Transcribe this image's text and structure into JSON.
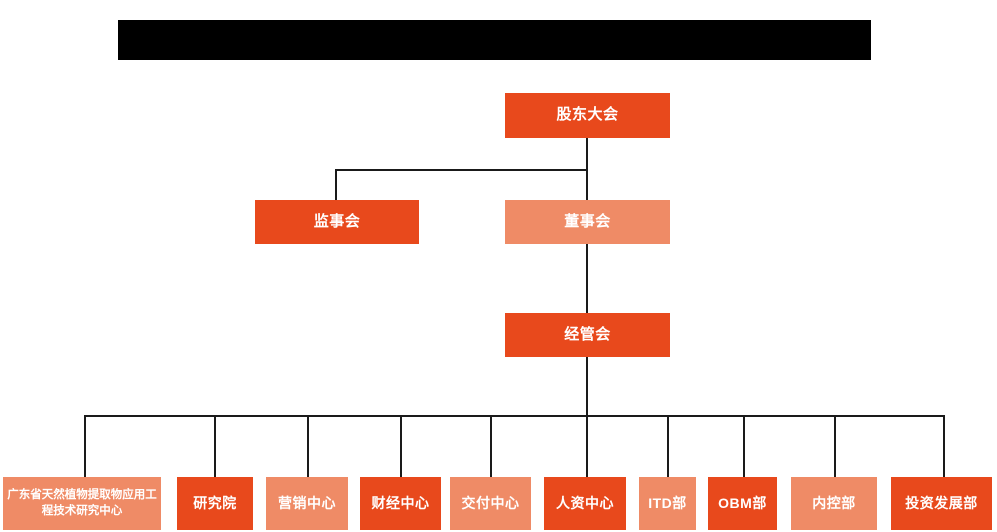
{
  "chart_data": {
    "type": "diagram",
    "diagram_type": "organization-chart",
    "title_banner": "",
    "orientation": "top-down",
    "background": "#FFFFFF",
    "colors": {
      "dark_orange": "#E8491C",
      "light_orange": "#EF8B66",
      "connector": "#1A1A1A",
      "banner": "#000000",
      "node_text": "#FFFFFF"
    },
    "levels": [
      {
        "level": 1,
        "nodes": [
          {
            "id": "shareholders",
            "label": "股东大会",
            "fill": "dark"
          }
        ]
      },
      {
        "level": 2,
        "nodes": [
          {
            "id": "supervisors",
            "label": "监事会",
            "fill": "dark"
          },
          {
            "id": "directors",
            "label": "董事会",
            "fill": "light"
          }
        ]
      },
      {
        "level": 3,
        "nodes": [
          {
            "id": "management",
            "label": "经管会",
            "fill": "dark"
          }
        ]
      },
      {
        "level": 4,
        "nodes": [
          {
            "id": "research-center",
            "label": "广东省天然植物提取物应用工程技术研究中心",
            "fill": "light"
          },
          {
            "id": "institute",
            "label": "研究院",
            "fill": "dark"
          },
          {
            "id": "marketing-center",
            "label": "营销中心",
            "fill": "light"
          },
          {
            "id": "finance-center",
            "label": "财经中心",
            "fill": "dark"
          },
          {
            "id": "delivery-center",
            "label": "交付中心",
            "fill": "light"
          },
          {
            "id": "hr-center",
            "label": "人资中心",
            "fill": "dark"
          },
          {
            "id": "itd-dept",
            "label": "ITD部",
            "fill": "light"
          },
          {
            "id": "obm-dept",
            "label": "OBM部",
            "fill": "dark"
          },
          {
            "id": "internal-control-dept",
            "label": "内控部",
            "fill": "light"
          },
          {
            "id": "investment-development-dept",
            "label": "投资发展部",
            "fill": "dark"
          }
        ]
      }
    ],
    "edges": [
      {
        "from": "shareholders",
        "to": "supervisors"
      },
      {
        "from": "shareholders",
        "to": "directors"
      },
      {
        "from": "directors",
        "to": "management"
      },
      {
        "from": "management",
        "to": "research-center"
      },
      {
        "from": "management",
        "to": "institute"
      },
      {
        "from": "management",
        "to": "marketing-center"
      },
      {
        "from": "management",
        "to": "finance-center"
      },
      {
        "from": "management",
        "to": "delivery-center"
      },
      {
        "from": "management",
        "to": "hr-center"
      },
      {
        "from": "management",
        "to": "itd-dept"
      },
      {
        "from": "management",
        "to": "obm-dept"
      },
      {
        "from": "management",
        "to": "internal-control-dept"
      },
      {
        "from": "management",
        "to": "investment-development-dept"
      }
    ]
  },
  "nodes": {
    "shareholders": "股东大会",
    "supervisors": "监事会",
    "directors": "董事会",
    "management": "经管会",
    "research_center": "广东省天然植物提取物应用工程技术研究中心",
    "institute": "研究院",
    "marketing_center": "营销中心",
    "finance_center": "财经中心",
    "delivery_center": "交付中心",
    "hr_center": "人资中心",
    "itd_dept": "ITD部",
    "obm_dept": "OBM部",
    "internal_control_dept": "内控部",
    "investment_development_dept": "投资发展部"
  },
  "banner": {
    "text": ""
  }
}
